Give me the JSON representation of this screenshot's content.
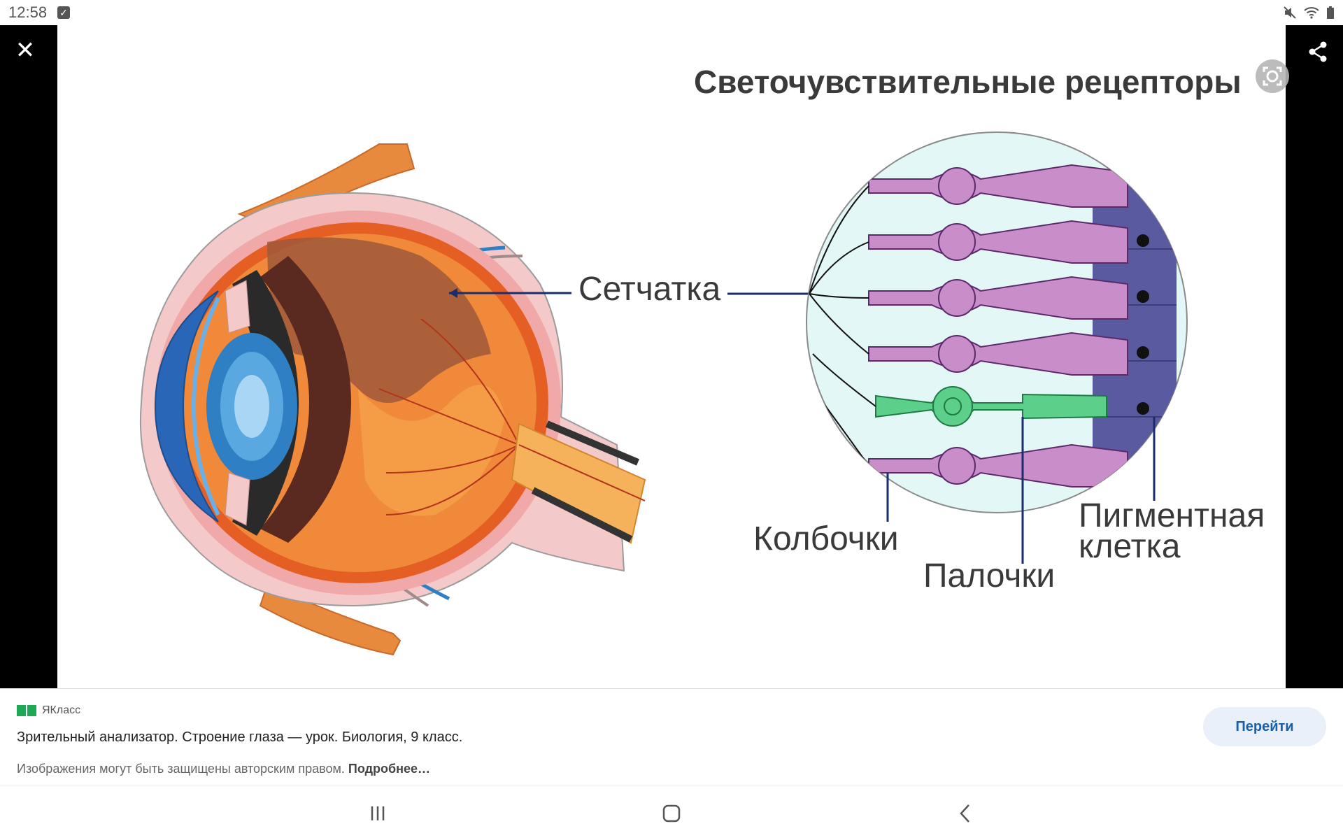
{
  "status": {
    "time": "12:58"
  },
  "viewer": {
    "diagram": {
      "title": "Светочувствительные рецепторы",
      "labels": {
        "retina": "Сетчатка",
        "cones": "Колбочки",
        "rods": "Палочки",
        "pigment_line1": "Пигментная",
        "pigment_line2": "клетка"
      }
    },
    "icons": [
      "close-icon",
      "share-icon",
      "lens-icon"
    ]
  },
  "panel": {
    "source": "ЯКласс",
    "title": "Зрительный анализатор. Строение глаза — урок. Биология, 9 класс.",
    "copyright": "Изображения могут быть защищены авторским правом.",
    "more": "Подробнее…",
    "go_label": "Перейти"
  },
  "colors": {
    "accent": "#1a5fa8",
    "brand": "#1fa855"
  }
}
